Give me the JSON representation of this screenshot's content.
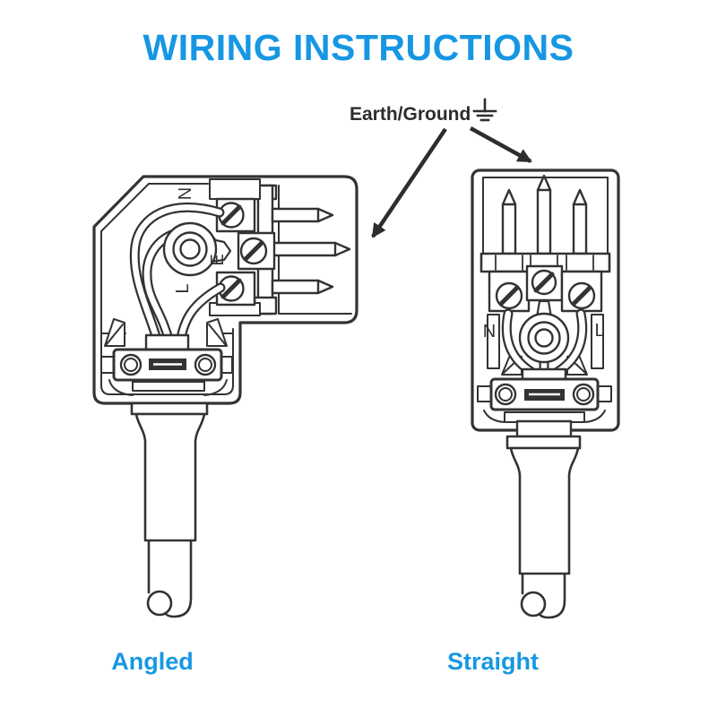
{
  "title": "WIRING INSTRUCTIONS",
  "colors": {
    "accent": "#1797E3",
    "line": "#333333",
    "annotation_text": "#2D2D2D",
    "background": "#FFFFFF"
  },
  "annotation": {
    "label": "Earth/Ground",
    "icon": "earth-ground-icon"
  },
  "plugs": {
    "angled": {
      "caption": "Angled",
      "terminal_labels": {
        "neutral": "N",
        "earth": "E",
        "live": "L"
      }
    },
    "straight": {
      "caption": "Straight",
      "terminal_labels": {
        "neutral": "N",
        "live": "L"
      }
    }
  }
}
